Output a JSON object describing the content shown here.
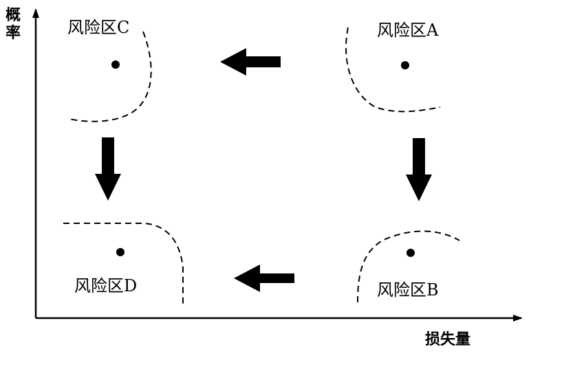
{
  "axes": {
    "y_label": "概率",
    "x_label": "损失量"
  },
  "zones": {
    "a": {
      "label": "风险区A"
    },
    "b": {
      "label": "风险区B"
    },
    "c": {
      "label": "风险区C"
    },
    "d": {
      "label": "风险区D"
    }
  },
  "colors": {
    "ink": "#000000",
    "background": "#ffffff"
  }
}
